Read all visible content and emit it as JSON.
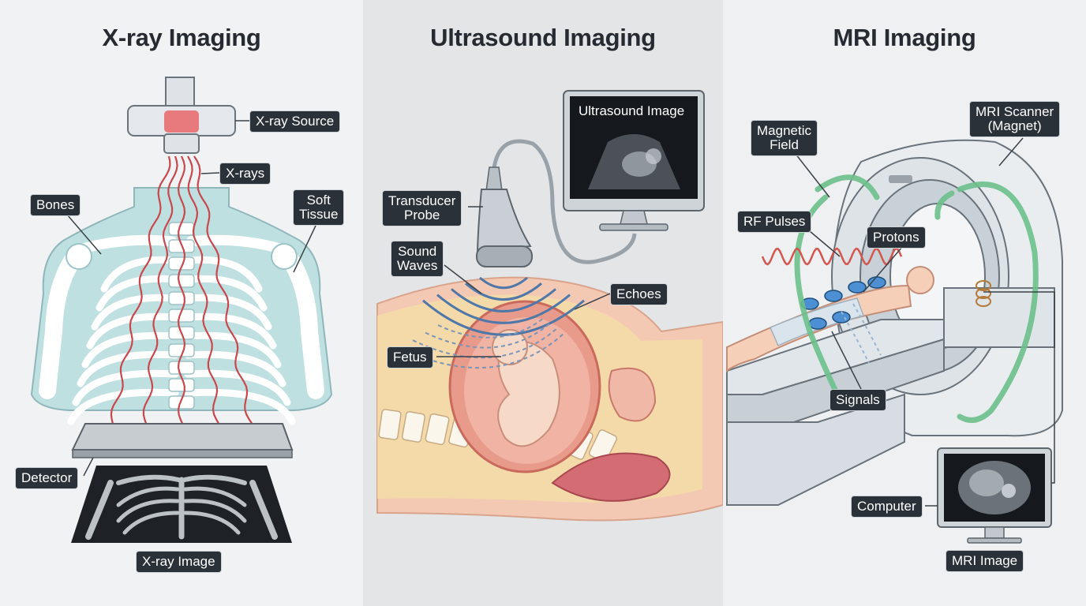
{
  "colors": {
    "label_bg": "#2b3138",
    "xray_ray": "#c9484d",
    "mri_field": "#6cc08b",
    "rf_pulse": "#d4574f",
    "body_xray": "#bfe0e0",
    "body_tissue": "#f4c9b4"
  },
  "panels": [
    {
      "title": "X-ray Imaging",
      "labels": {
        "source": "X-ray Source",
        "rays": "X-rays",
        "bones": "Bones",
        "soft_tissue_1": "Soft",
        "soft_tissue_2": "Tissue",
        "detector": "Detector",
        "image": "X-ray Image"
      }
    },
    {
      "title": "Ultrasound Imaging",
      "labels": {
        "monitor": "Ultrasound Image",
        "probe_1": "Transducer",
        "probe_2": "Probe",
        "waves_1": "Sound",
        "waves_2": "Waves",
        "echoes": "Echoes",
        "fetus": "Fetus"
      }
    },
    {
      "title": "MRI Imaging",
      "labels": {
        "field_1": "Magnetic",
        "field_2": "Field",
        "scanner_1": "MRI Scanner",
        "scanner_2": "(Magnet)",
        "rf": "RF Pulses",
        "protons": "Protons",
        "signals": "Signals",
        "computer": "Computer",
        "image": "MRI Image"
      }
    }
  ]
}
